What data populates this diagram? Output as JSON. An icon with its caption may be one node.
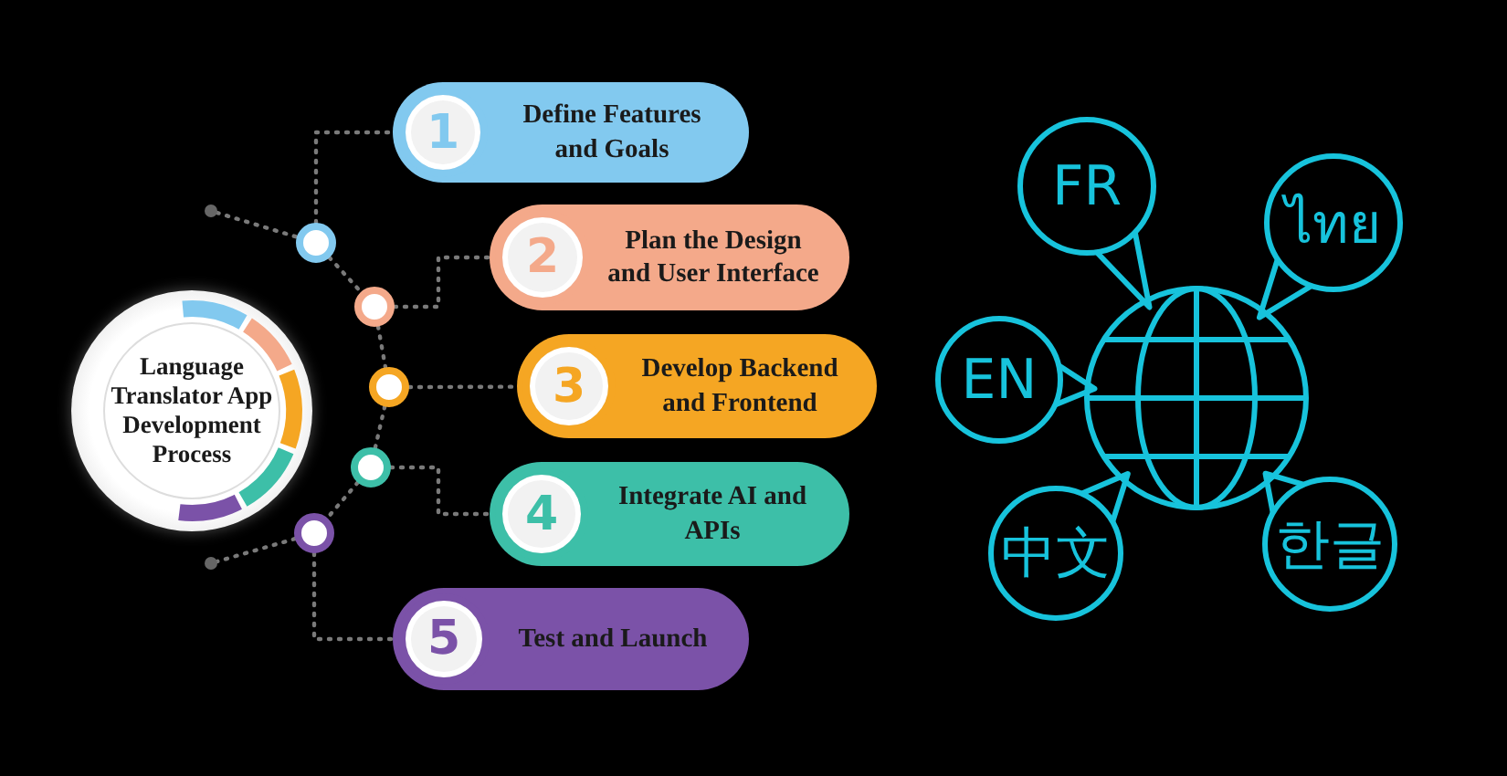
{
  "diagram": {
    "nodes": [
      {
        "text": [
          "Language Translator App Development Process"
        ]
      },
      {
        "text": [],
        "shape": "circle"
      },
      {
        "text": [],
        "shape": "circle"
      },
      {
        "text": [],
        "shape": "circle"
      },
      {
        "text": [],
        "shape": "circle"
      },
      {
        "text": [],
        "shape": "circle"
      },
      {
        "text": [],
        "shape": "circle"
      },
      {
        "text": [],
        "shape": "circle"
      },
      {
        "text": [
          "1",
          "Define Features and Goals"
        ]
      },
      {
        "text": [
          "2",
          "Plan the Design and User Interface"
        ]
      },
      {
        "text": [
          "3",
          "Develop Backend and Frontend"
        ]
      },
      {
        "text": [
          "4",
          "Integrate AI and APIs"
        ]
      },
      {
        "text": [
          "5",
          "Test and Launch"
        ]
      },
      {
        "text": [
          "FR"
        ]
      },
      {
        "text": [
          "ไทย"
        ]
      },
      {
        "text": [
          "EN"
        ]
      },
      {
        "text": [
          "中文"
        ]
      },
      {
        "text": [
          "한글"
        ]
      }
    ],
    "edges": [
      {
        "from": 1,
        "to": 2,
        "arrow": "none",
        "style": "dashed"
      },
      {
        "from": 2,
        "to": 3,
        "arrow": "none",
        "style": "dashed"
      },
      {
        "from": 3,
        "to": 4,
        "arrow": "none",
        "style": "dashed"
      },
      {
        "from": 4,
        "to": 5,
        "arrow": "none",
        "style": "dashed"
      },
      {
        "from": 5,
        "to": 6,
        "arrow": "none",
        "style": "dashed"
      },
      {
        "from": 6,
        "to": 7,
        "arrow": "none",
        "style": "dashed"
      },
      {
        "from": 2,
        "to": 8,
        "arrow": "none",
        "style": "dashed"
      },
      {
        "from": 3,
        "to": 9,
        "arrow": "none",
        "style": "dashed"
      },
      {
        "from": 4,
        "to": 10,
        "arrow": "none",
        "style": "dashed"
      },
      {
        "from": 5,
        "to": 11,
        "arrow": "none",
        "style": "dashed"
      },
      {
        "from": 6,
        "to": 12,
        "arrow": "none",
        "style": "dashed"
      }
    ]
  }
}
